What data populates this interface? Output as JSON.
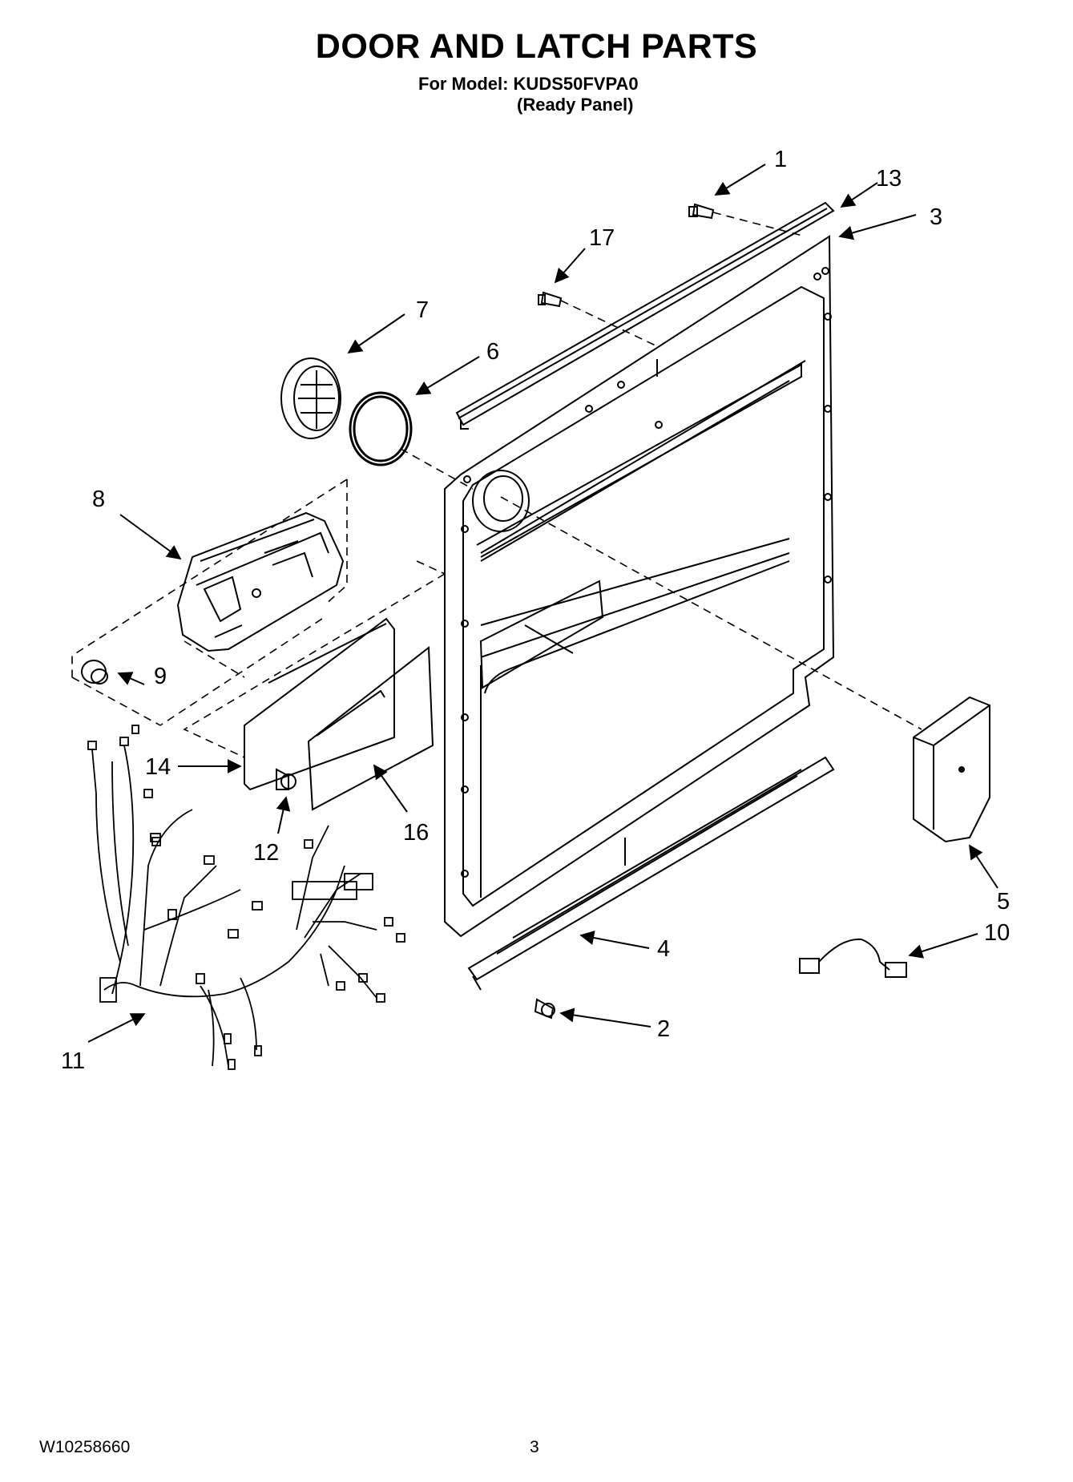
{
  "header": {
    "title": "DOOR AND LATCH PARTS",
    "model_line": "For Model: KUDS50FVPA0",
    "model_variant": "(Ready Panel)"
  },
  "footer": {
    "document_code": "W10258660",
    "page_number": "3"
  },
  "diagram": {
    "callouts": [
      "1",
      "13",
      "3",
      "17",
      "7",
      "6",
      "8",
      "9",
      "14",
      "12",
      "16",
      "5",
      "4",
      "10",
      "2",
      "11"
    ]
  }
}
